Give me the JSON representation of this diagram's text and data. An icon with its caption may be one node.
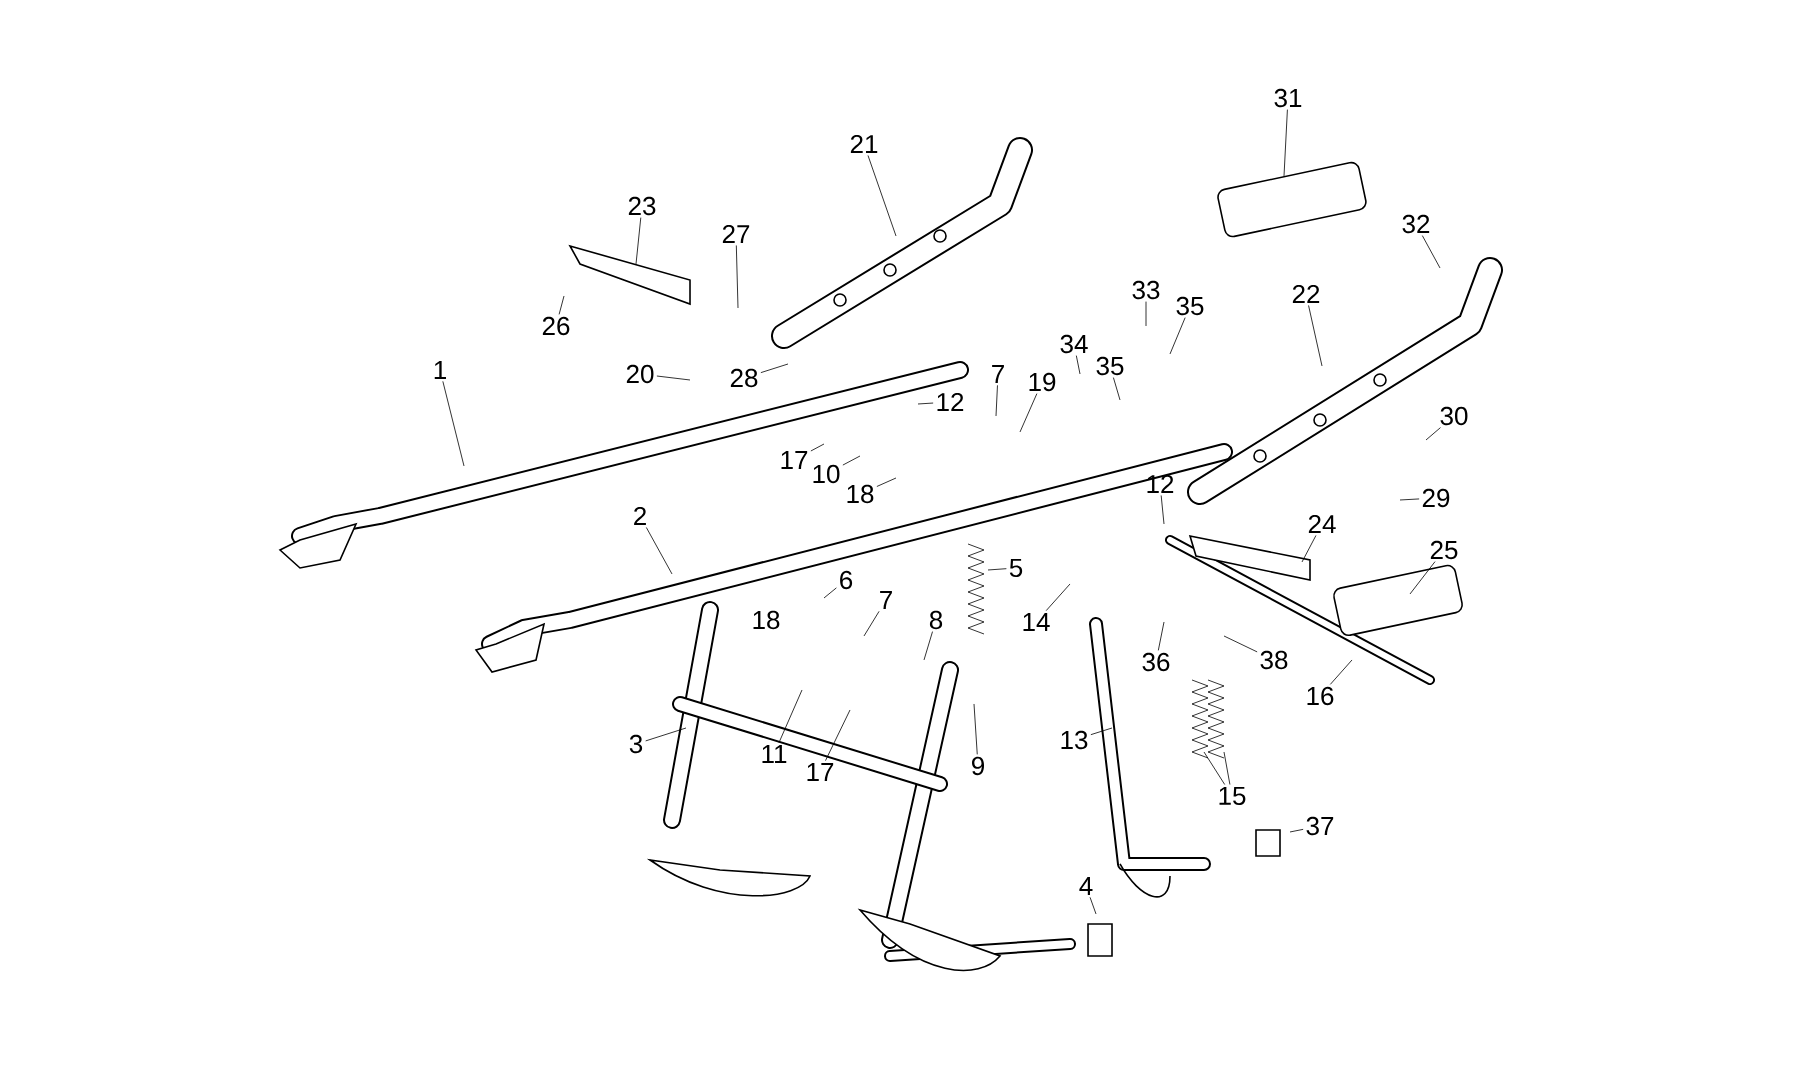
{
  "diagram": {
    "nodes": [
      {
        "text": [
          "1"
        ]
      },
      {
        "text": [
          "2"
        ]
      },
      {
        "text": [
          "3"
        ]
      },
      {
        "text": [
          "4"
        ]
      },
      {
        "text": [
          "5"
        ]
      },
      {
        "text": [
          "6"
        ]
      },
      {
        "text": [
          "7"
        ]
      },
      {
        "text": [
          "7"
        ]
      },
      {
        "text": [
          "8"
        ]
      },
      {
        "text": [
          "9"
        ]
      },
      {
        "text": [
          "10"
        ]
      },
      {
        "text": [
          "11"
        ]
      },
      {
        "text": [
          "12"
        ]
      },
      {
        "text": [
          "12"
        ]
      },
      {
        "text": [
          "13"
        ]
      },
      {
        "text": [
          "14"
        ]
      },
      {
        "text": [
          "15"
        ]
      },
      {
        "text": [
          "16"
        ]
      },
      {
        "text": [
          "17"
        ]
      },
      {
        "text": [
          "17"
        ]
      },
      {
        "text": [
          "18"
        ]
      },
      {
        "text": [
          "18"
        ]
      },
      {
        "text": [
          "19"
        ]
      },
      {
        "text": [
          "20"
        ]
      },
      {
        "text": [
          "21"
        ]
      },
      {
        "text": [
          "22"
        ]
      },
      {
        "text": [
          "23"
        ]
      },
      {
        "text": [
          "24"
        ]
      },
      {
        "text": [
          "25"
        ]
      },
      {
        "text": [
          "26"
        ]
      },
      {
        "text": [
          "27"
        ]
      },
      {
        "text": [
          "28"
        ]
      },
      {
        "text": [
          "29"
        ]
      },
      {
        "text": [
          "30"
        ]
      },
      {
        "text": [
          "31"
        ]
      },
      {
        "text": [
          "32"
        ]
      },
      {
        "text": [
          "33"
        ]
      },
      {
        "text": [
          "34"
        ]
      },
      {
        "text": [
          "35"
        ]
      },
      {
        "text": [
          "35"
        ]
      },
      {
        "text": [
          "36"
        ]
      },
      {
        "text": [
          "37"
        ]
      },
      {
        "text": [
          "38"
        ]
      }
    ],
    "edges": [
      {
        "from": 0,
        "to": null,
        "arrow": "none"
      },
      {
        "from": 1,
        "to": null,
        "arrow": "none"
      },
      {
        "from": 2,
        "to": null,
        "arrow": "none"
      },
      {
        "from": 3,
        "to": null,
        "arrow": "none"
      },
      {
        "from": 4,
        "to": null,
        "arrow": "none"
      },
      {
        "from": 5,
        "to": null,
        "arrow": "none"
      },
      {
        "from": 6,
        "to": null,
        "arrow": "none"
      },
      {
        "from": 7,
        "to": null,
        "arrow": "none"
      },
      {
        "from": 8,
        "to": null,
        "arrow": "none"
      },
      {
        "from": 9,
        "to": null,
        "arrow": "none"
      },
      {
        "from": 10,
        "to": null,
        "arrow": "none"
      },
      {
        "from": 11,
        "to": null,
        "arrow": "none"
      },
      {
        "from": 12,
        "to": null,
        "arrow": "none"
      },
      {
        "from": 13,
        "to": null,
        "arrow": "none"
      },
      {
        "from": 14,
        "to": null,
        "arrow": "none"
      },
      {
        "from": 15,
        "to": null,
        "arrow": "none"
      },
      {
        "from": 16,
        "to": null,
        "arrow": "none"
      },
      {
        "from": 16,
        "to": null,
        "arrow": "none"
      },
      {
        "from": 17,
        "to": null,
        "arrow": "none"
      },
      {
        "from": 18,
        "to": null,
        "arrow": "none"
      },
      {
        "from": 19,
        "to": null,
        "arrow": "none"
      },
      {
        "from": 20,
        "to": null,
        "arrow": "none"
      },
      {
        "from": 22,
        "to": null,
        "arrow": "none"
      },
      {
        "from": 23,
        "to": null,
        "arrow": "none"
      },
      {
        "from": 24,
        "to": null,
        "arrow": "none"
      },
      {
        "from": 25,
        "to": null,
        "arrow": "none"
      },
      {
        "from": 26,
        "to": null,
        "arrow": "none"
      },
      {
        "from": 27,
        "to": null,
        "arrow": "none"
      },
      {
        "from": 28,
        "to": null,
        "arrow": "none"
      },
      {
        "from": 29,
        "to": null,
        "arrow": "none"
      },
      {
        "from": 30,
        "to": null,
        "arrow": "none"
      },
      {
        "from": 31,
        "to": null,
        "arrow": "none"
      },
      {
        "from": 32,
        "to": null,
        "arrow": "none"
      },
      {
        "from": 33,
        "to": null,
        "arrow": "none"
      },
      {
        "from": 34,
        "to": null,
        "arrow": "none"
      },
      {
        "from": 35,
        "to": null,
        "arrow": "none"
      },
      {
        "from": 36,
        "to": null,
        "arrow": "none"
      },
      {
        "from": 37,
        "to": null,
        "arrow": "none"
      },
      {
        "from": 38,
        "to": null,
        "arrow": "none"
      },
      {
        "from": 39,
        "to": null,
        "arrow": "none"
      },
      {
        "from": 40,
        "to": null,
        "arrow": "none"
      },
      {
        "from": 41,
        "to": null,
        "arrow": "none"
      },
      {
        "from": 42,
        "to": null,
        "arrow": "none"
      }
    ]
  }
}
